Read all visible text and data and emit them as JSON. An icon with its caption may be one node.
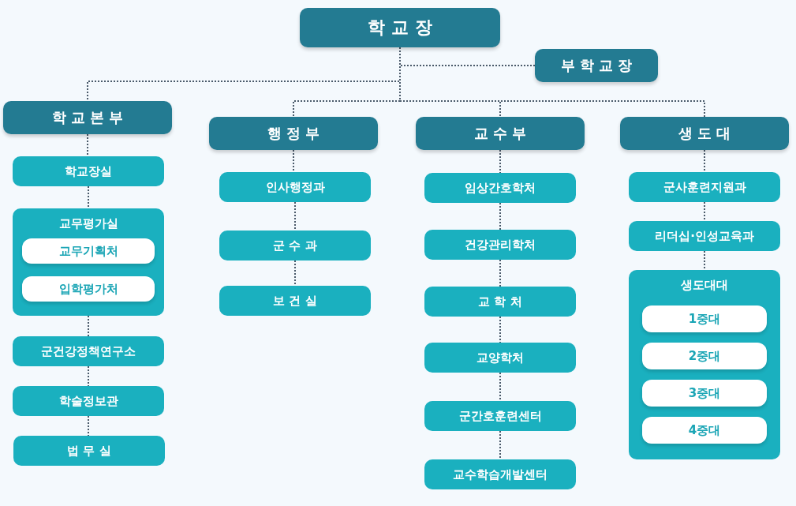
{
  "diagram": {
    "nodes": [
      {
        "text": [
          "학 교 장"
        ]
      },
      {
        "text": [
          "부 학 교 장"
        ]
      },
      {
        "text": [
          "학 교 본 부"
        ]
      },
      {
        "text": [
          "행 정 부"
        ]
      },
      {
        "text": [
          "교 수 부"
        ]
      },
      {
        "text": [
          "생 도 대"
        ]
      },
      {
        "text": [
          "학교장실"
        ]
      },
      {
        "text": [
          "교무평가실"
        ]
      },
      {
        "text": [
          "교무기획처"
        ],
        "in": 7
      },
      {
        "text": [
          "입학평가처"
        ],
        "in": 7
      },
      {
        "text": [
          "군건강정책연구소"
        ]
      },
      {
        "text": [
          "학술정보관"
        ]
      },
      {
        "text": [
          "법 무 실"
        ]
      },
      {
        "text": [
          "인사행정과"
        ]
      },
      {
        "text": [
          "군 수 과"
        ]
      },
      {
        "text": [
          "보 건 실"
        ]
      },
      {
        "text": [
          "임상간호학처"
        ]
      },
      {
        "text": [
          "건강관리학처"
        ]
      },
      {
        "text": [
          "교 학 처"
        ]
      },
      {
        "text": [
          "교양학처"
        ]
      },
      {
        "text": [
          "군간호훈련센터"
        ]
      },
      {
        "text": [
          "교수학습개발센터"
        ]
      },
      {
        "text": [
          "군사훈련지원과"
        ]
      },
      {
        "text": [
          "리더십·인성교육과"
        ]
      },
      {
        "text": [
          "생도대대"
        ]
      },
      {
        "text": [
          "1중대"
        ],
        "in": 24
      },
      {
        "text": [
          "2중대"
        ],
        "in": 24
      },
      {
        "text": [
          "3중대"
        ],
        "in": 24
      },
      {
        "text": [
          "4중대"
        ],
        "in": 24
      }
    ],
    "edges": [
      {
        "from": 0,
        "to": 1,
        "arrow": "none"
      },
      {
        "from": 0,
        "to": 2,
        "arrow": "none"
      },
      {
        "from": 0,
        "to": 3,
        "arrow": "none"
      },
      {
        "from": 0,
        "to": 4,
        "arrow": "none"
      },
      {
        "from": 0,
        "to": 5,
        "arrow": "none"
      },
      {
        "from": 2,
        "to": 6,
        "arrow": "none"
      },
      {
        "from": 6,
        "to": 7,
        "arrow": "none"
      },
      {
        "from": 7,
        "to": 10,
        "arrow": "none"
      },
      {
        "from": 10,
        "to": 11,
        "arrow": "none"
      },
      {
        "from": 11,
        "to": 12,
        "arrow": "none"
      },
      {
        "from": 3,
        "to": 13,
        "arrow": "none"
      },
      {
        "from": 13,
        "to": 14,
        "arrow": "none"
      },
      {
        "from": 14,
        "to": 15,
        "arrow": "none"
      },
      {
        "from": 4,
        "to": 16,
        "arrow": "none"
      },
      {
        "from": 16,
        "to": 17,
        "arrow": "none"
      },
      {
        "from": 17,
        "to": 18,
        "arrow": "none"
      },
      {
        "from": 18,
        "to": 19,
        "arrow": "none"
      },
      {
        "from": 19,
        "to": 20,
        "arrow": "none"
      },
      {
        "from": 20,
        "to": 21,
        "arrow": "none"
      },
      {
        "from": 5,
        "to": 22,
        "arrow": "none"
      },
      {
        "from": 22,
        "to": 23,
        "arrow": "none"
      },
      {
        "from": 23,
        "to": 24,
        "arrow": "none"
      }
    ]
  }
}
